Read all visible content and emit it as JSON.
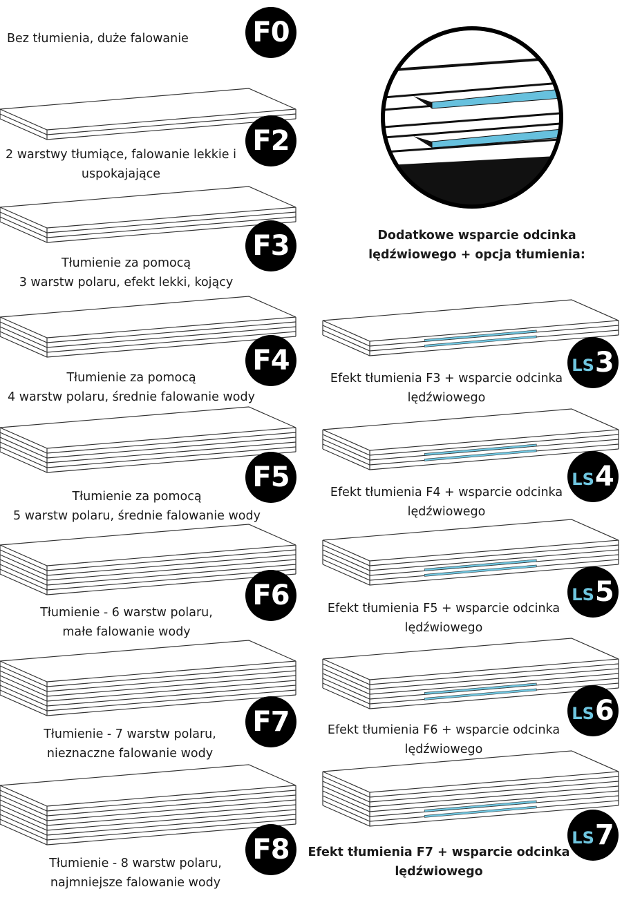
{
  "colors": {
    "badge_bg": "#000000",
    "badge_text": "#ffffff",
    "lumbar_accent": "#6fc6e0",
    "slab_edge": "#333333"
  },
  "badges": {
    "f0": "F0",
    "f2": "F2",
    "f3": "F3",
    "f4": "F4",
    "f5": "F5",
    "f6": "F6",
    "f7": "F7",
    "f8": "F8",
    "ls_prefix": "LS",
    "ls3": "3",
    "ls4": "4",
    "ls5": "5",
    "ls6": "6",
    "ls7": "7"
  },
  "left": {
    "f0": [
      "Bez tłumienia, duże falowanie"
    ],
    "f2": [
      "2 warstwy tłumiące, falowanie lekkie i",
      "uspokajające"
    ],
    "f3": [
      "Tłumienie za pomocą",
      "3 warstw polaru, efekt lekki, kojący"
    ],
    "f4": [
      "Tłumienie za pomocą",
      "4 warstw polaru, średnie falowanie wody"
    ],
    "f5": [
      "Tłumienie za pomocą",
      "5 warstw polaru, średnie falowanie wody"
    ],
    "f6": [
      "Tłumienie - 6 warstw polaru,",
      "małe falowanie wody"
    ],
    "f7": [
      "Tłumienie - 7 warstw polaru,",
      "nieznaczne falowanie wody"
    ],
    "f8": [
      "Tłumienie - 8 warstw polaru,",
      "najmniejsze falowanie wody"
    ]
  },
  "right": {
    "heading": [
      "Dodatkowe wsparcie odcinka",
      "lędźwiowego + opcja tłumienia:"
    ],
    "ls3": [
      "Efekt tłumienia F3 + wsparcie odcinka",
      "lędźwiowego"
    ],
    "ls4": [
      "Efekt tłumienia F4 + wsparcie odcinka",
      "lędźwiowego"
    ],
    "ls5": [
      "Efekt tłumienia F5 + wsparcie odcinka",
      "lędźwiowego"
    ],
    "ls6": [
      "Efekt tłumienia F6 + wsparcie odcinka",
      "lędźwiowego"
    ],
    "ls7": [
      "Efekt tłumienia F7 + wsparcie odcinka",
      "lędźwiowego"
    ]
  },
  "layers": {
    "f2": 2,
    "f3": 3,
    "f4": 4,
    "f5": 5,
    "f6": 6,
    "f7": 7,
    "f8": 8,
    "ls3": 3,
    "ls4": 4,
    "ls5": 5,
    "ls6": 6,
    "ls7": 7
  }
}
